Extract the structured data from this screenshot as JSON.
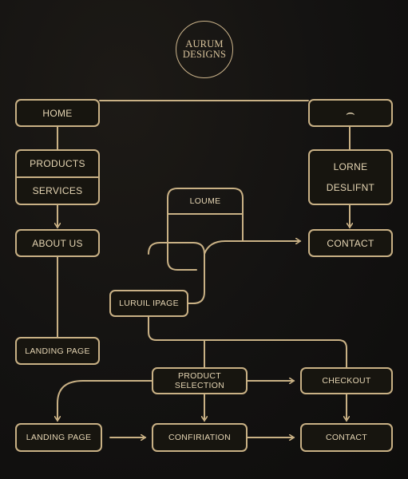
{
  "logo": {
    "line1": "AURUM",
    "line2": "DESIGNS"
  },
  "nodes": {
    "home": "HOME",
    "top_right": "⌢",
    "products": "PRODUCTS",
    "services": "SERVICES",
    "lorne": "LORNE",
    "deslifnt": "DESLIFNT",
    "about_us": "ABOUT US",
    "loume": "LOUME",
    "contact_upper": "CONTACT",
    "luruil_page": "LURUIL IPAGE",
    "landing_page_mid": "LANDING PAGE",
    "product_selection": "PRODUCT SELECTION",
    "checkout": "CHECKOUT",
    "landing_page_bottom": "LANDING PAGE",
    "confiriation": "CONFIRIATION",
    "contact_lower": "CONTACT"
  },
  "colors": {
    "accent": "#c9b185",
    "background": "#131211",
    "text": "#e5d5b3"
  }
}
